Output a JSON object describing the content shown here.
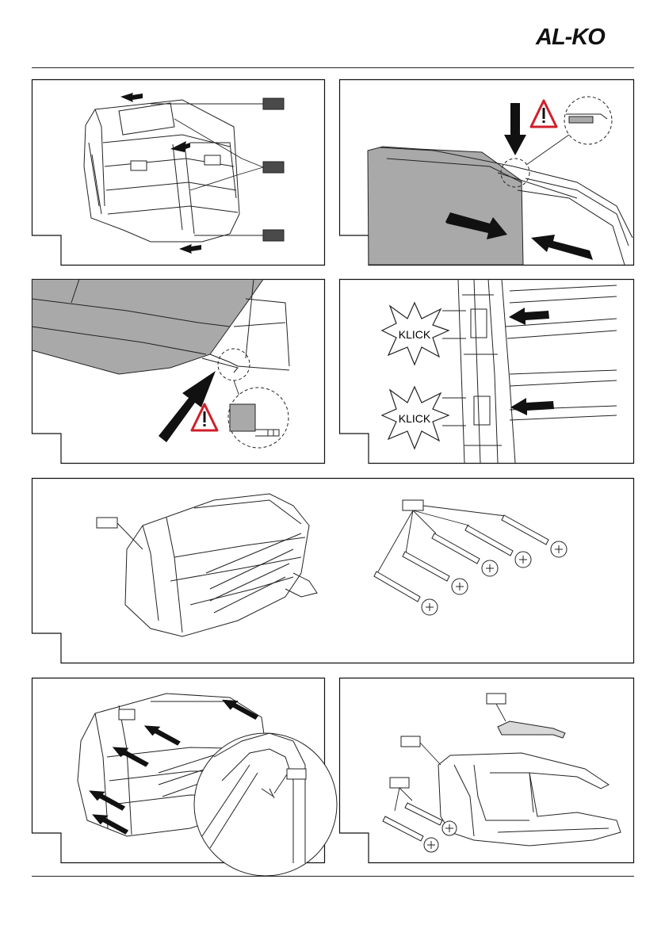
{
  "header": {
    "logo": "AL-KO"
  },
  "figures": {
    "fig4": {
      "burst_1": "KLICK",
      "burst_2": "KLICK"
    }
  },
  "icons": {
    "warning": "warning-triangle-icon",
    "arrow": "push-arrow-icon"
  },
  "colors": {
    "label_box": "#4a4a4a",
    "warning_red": "#d01f2a",
    "panel_fill": "#a9a9a9"
  }
}
